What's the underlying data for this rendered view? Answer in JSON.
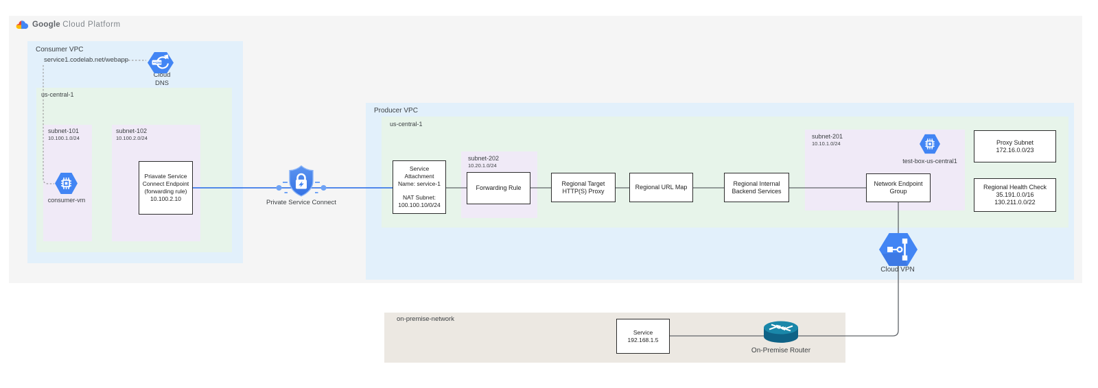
{
  "logo": {
    "part1": "Google",
    "part2": "Cloud Platform"
  },
  "colors": {
    "panel_gray": "#f5f5f5",
    "vpc_blue": "#e2f0fb",
    "region_green": "#e7f4ea",
    "subnet_lavender": "#f0eaf7",
    "onprem_beige": "#ece8e2",
    "icon_blue": "#4285f4",
    "connector_blue": "#3b78e8",
    "connector_gray": "#5f6368",
    "router_teal": "#11678a"
  },
  "consumer": {
    "vpc_label": "Consumer VPC",
    "dns_record": "service1.codelab.net/webapp",
    "dns_caption_1": "Cloud",
    "dns_caption_2": "DNS",
    "dns_glyph": "DNS",
    "region_label": "us-central-1",
    "subnet101_name": "subnet-101",
    "subnet101_cidr": "10.100.1.0/24",
    "vm_label": "consumer-vm",
    "subnet102_name": "subnet-102",
    "subnet102_cidr": "10.100.2.0/24",
    "endpoint_lines": [
      "Priavate Service",
      "Connect Endpoint",
      "(forwarding rule)",
      "10.100.2.10"
    ]
  },
  "psc_label": "Private Service Connect",
  "producer": {
    "vpc_label": "Producer VPC",
    "region_label": "us-central-1",
    "service_attachment_lines": [
      "Service",
      "Attachment",
      "Name: service-1",
      "NAT Subnet:",
      "100.100.10/0/24"
    ],
    "subnet202_name": "subnet-202",
    "subnet202_cidr": "10.20.1.0/24",
    "forwarding_rule": "Forwarding Rule",
    "target_proxy_lines": [
      "Regional Target",
      "HTTP(S) Proxy"
    ],
    "url_map": "Regional URL Map",
    "backend_lines": [
      "Regional Internal",
      "Backend Services"
    ],
    "subnet201_name": "subnet-201",
    "subnet201_cidr": "10.10.1.0/24",
    "testbox_label": "test-box-us-central1",
    "neg_lines": [
      "Network Endpoint",
      "Group"
    ],
    "proxy_subnet_lines": [
      "Proxy Subnet",
      "172.16.0.0/23"
    ],
    "health_check_lines": [
      "Regional Health Check",
      "35.191.0.0/16",
      "130.211.0.0/22"
    ],
    "vpn_label": "Cloud VPN"
  },
  "onprem": {
    "label": "on-premise-network",
    "service_lines": [
      "Service",
      "192.168.1.5"
    ],
    "router_label": "On-Premise Router"
  }
}
